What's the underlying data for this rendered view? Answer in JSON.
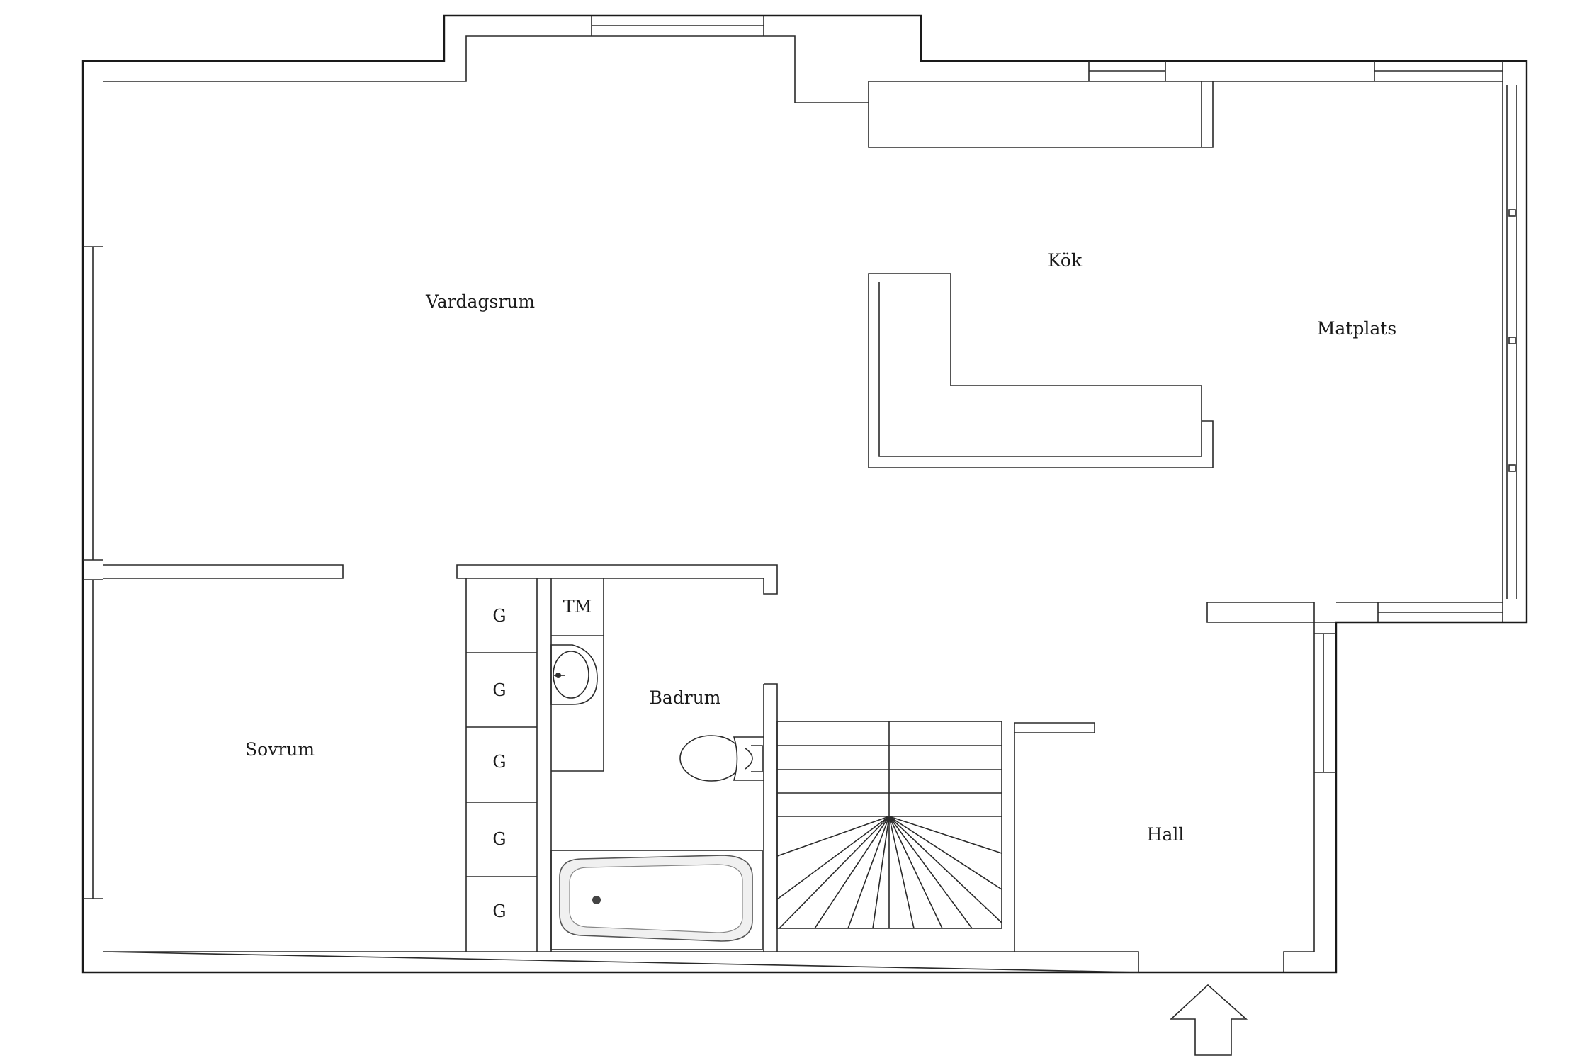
{
  "rooms": {
    "vardagsrum": "Vardagsrum",
    "kok": "Kök",
    "matplats": "Matplats",
    "sovrum": "Sovrum",
    "badrum": "Badrum",
    "hall": "Hall"
  },
  "fixtures": {
    "washing_machine": "TM",
    "wardrobe_label": "G"
  }
}
